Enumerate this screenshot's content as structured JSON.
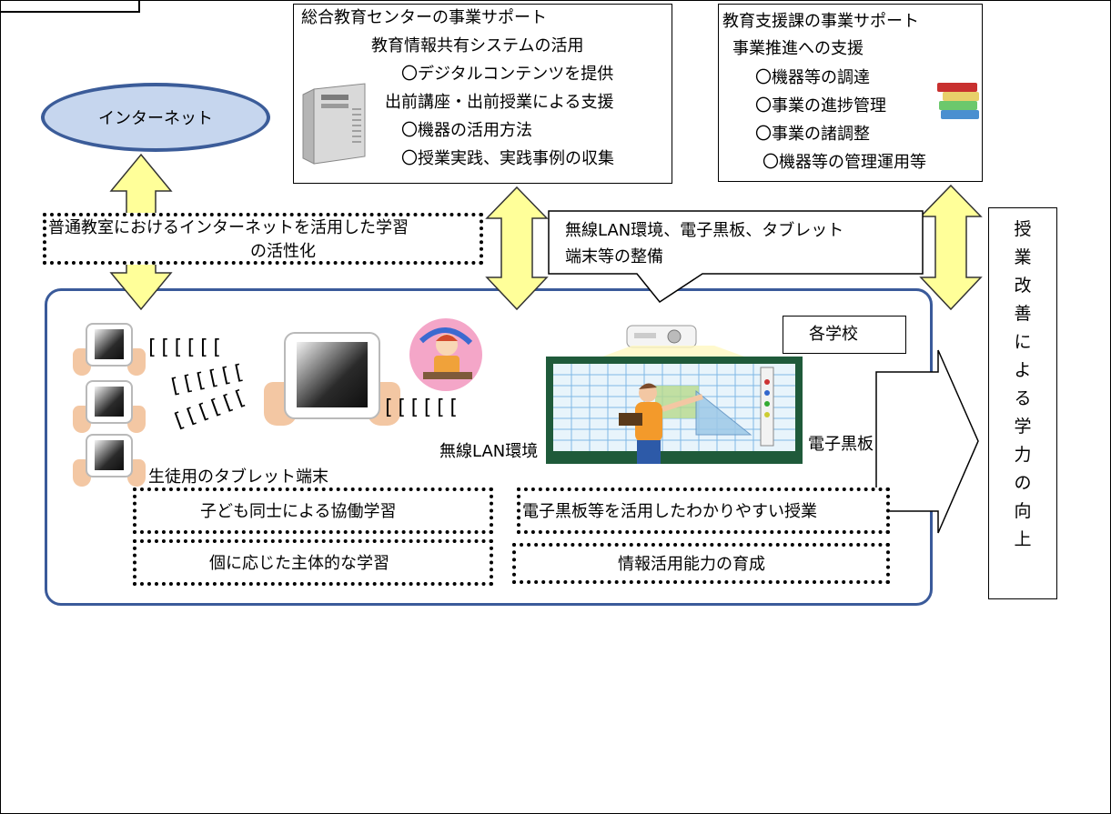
{
  "center_support": {
    "title": "総合教育センターの事業サポート",
    "line1": "教育情報共有システムの活用",
    "line2": "〇デジタルコンテンツを提供",
    "line3": "出前講座・出前授業による支援",
    "line4": "〇機器の活用方法",
    "line5": "〇授業実践、実践事例の収集"
  },
  "division_support": {
    "title": "教育支援課の事業サポート",
    "line1": "事業推進への支援",
    "line2": "〇機器等の調達",
    "line3": "〇事業の進捗管理",
    "line4": "〇事業の諸調整",
    "line5": "〇機器等の管理運用等"
  },
  "internet": {
    "label": "インターネット"
  },
  "internet_learning": {
    "line1": "普通教室におけるインターネットを活用した学習",
    "line2": "の活性化"
  },
  "callout": {
    "line1": "無線LAN環境、電子黒板、タブレット",
    "line2": "端末等の整備"
  },
  "school": {
    "label": "各学校"
  },
  "labels": {
    "wireless": "無線LAN環境",
    "whiteboard": "電子黒板",
    "student_tablets": "生徒用のタブレット端末",
    "waves": "[[[[[["
  },
  "learning_boxes": {
    "collab": "子ども同士による協働学習",
    "individual": "個に応じた主体的な学習",
    "clear_lessons": "電子黒板等を活用したわかりやすい授業",
    "info_skills": "情報活用能力の育成"
  },
  "result": {
    "chars": [
      "授",
      "業",
      "改",
      "善",
      "に",
      "よ",
      "る",
      "学",
      "力",
      "の",
      "向",
      "上"
    ]
  },
  "colors": {
    "arrow_fill": "#ffff99",
    "ellipse_fill": "#c6d6ee",
    "school_border": "#3a5a9a",
    "board_green": "#1f5a3a"
  }
}
